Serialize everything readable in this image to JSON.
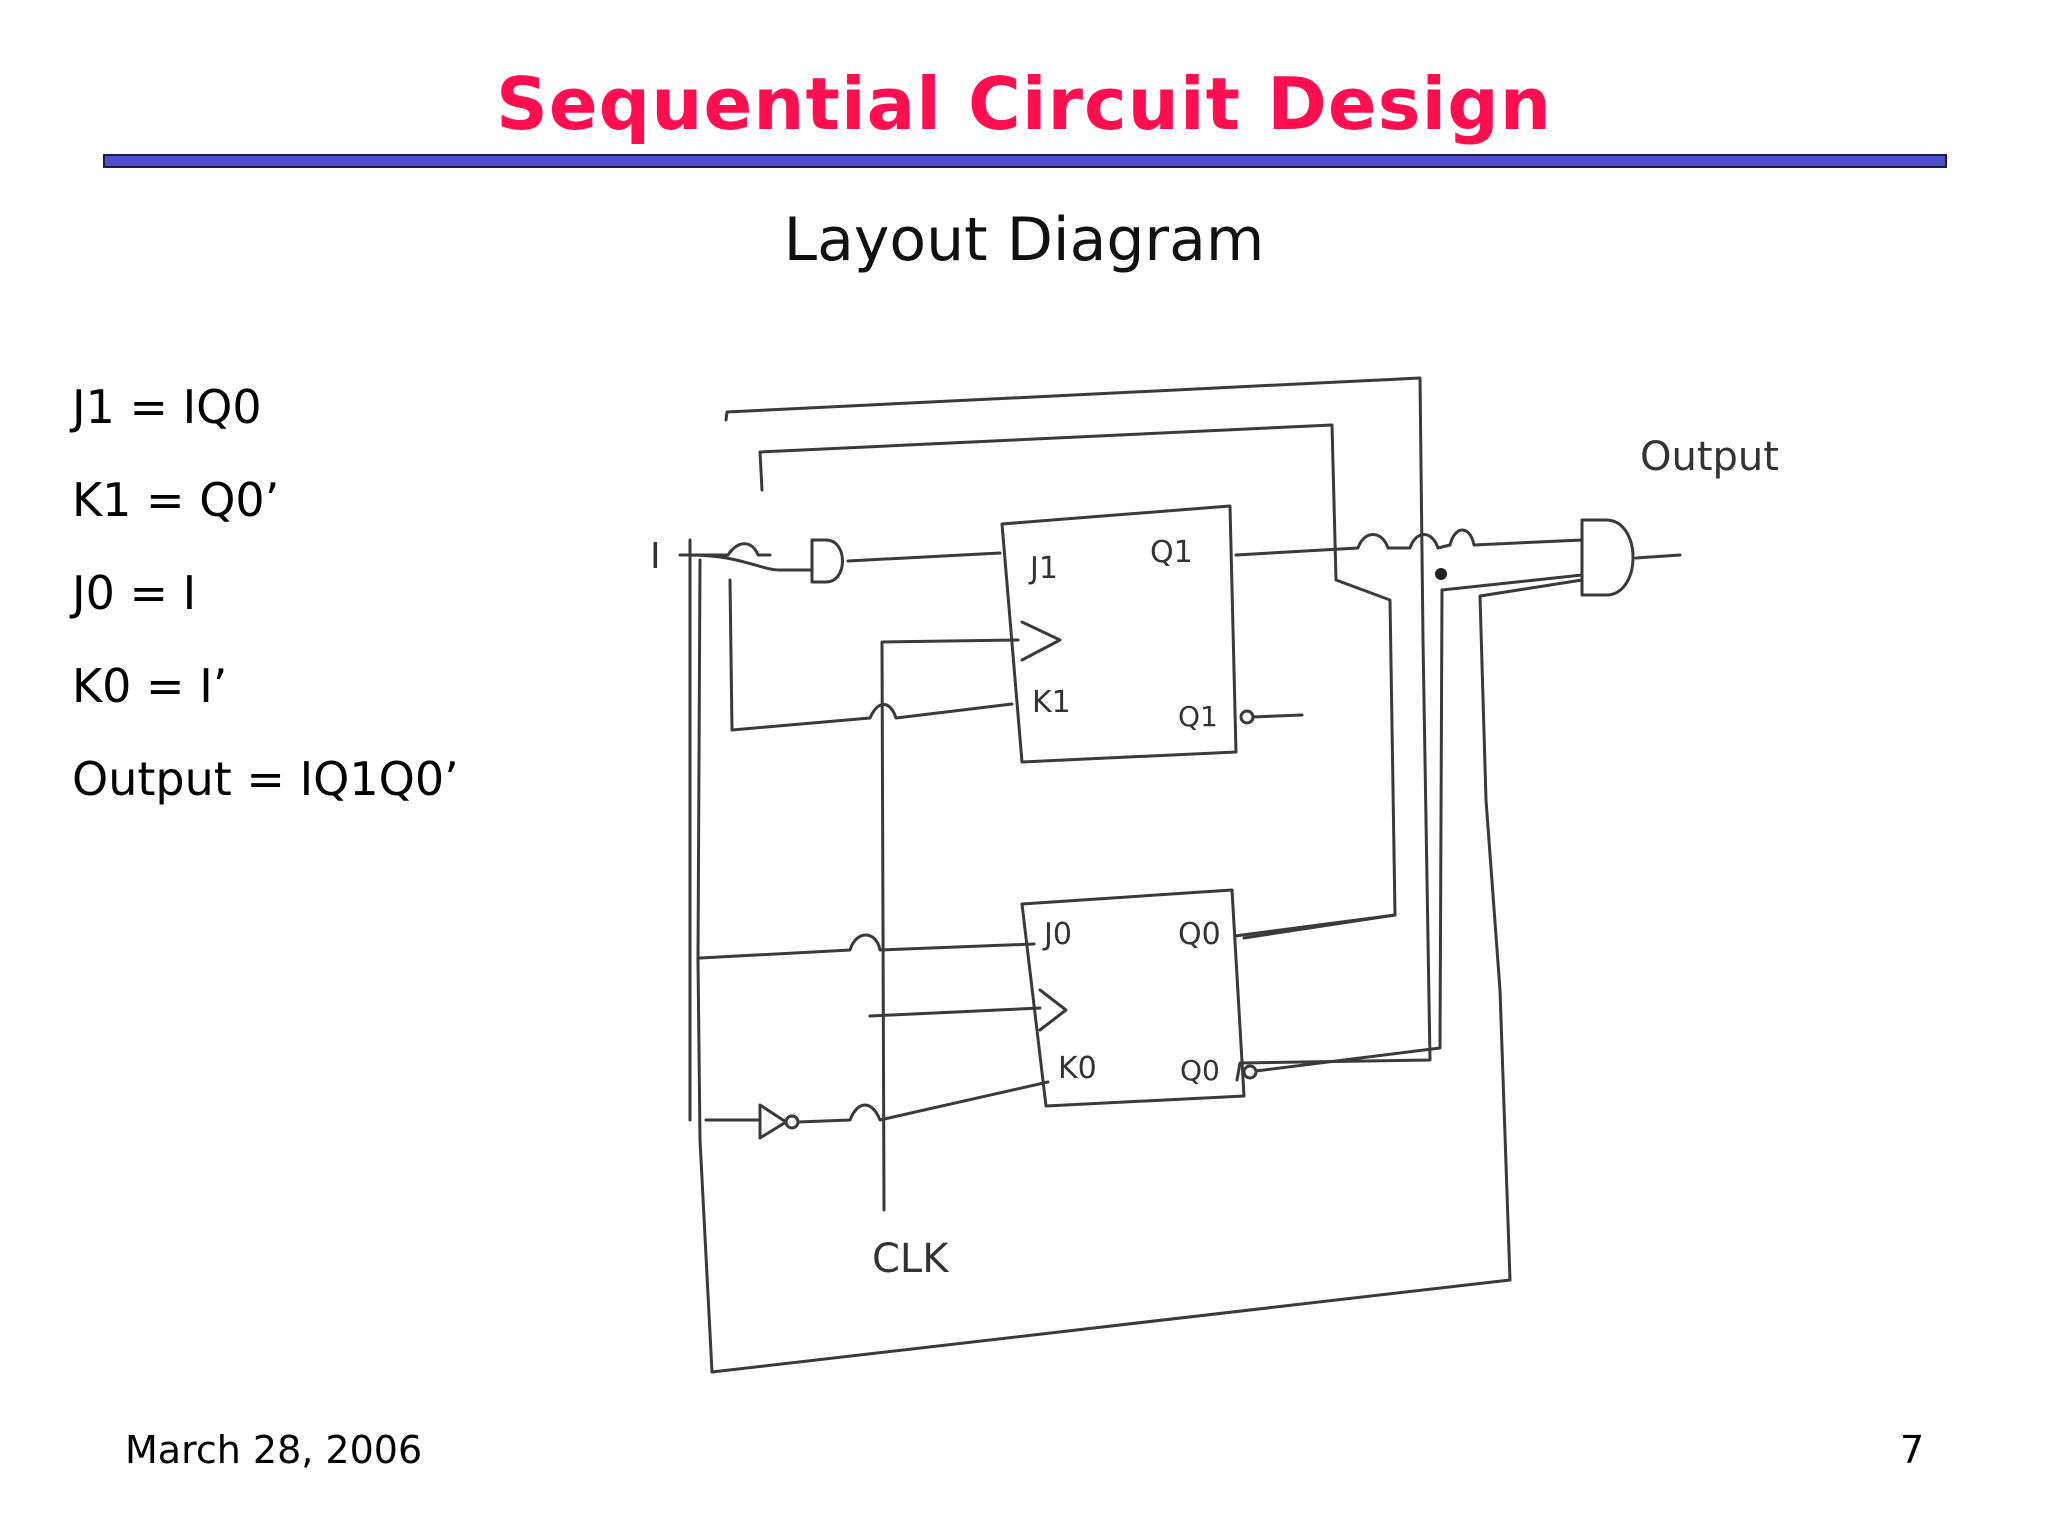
{
  "header": {
    "title": "Sequential Circuit Design",
    "subtitle": "Layout Diagram"
  },
  "equations": [
    "J1 = IQ0",
    "K1 = Q0’",
    "J0 = I",
    "K0 = I’",
    "Output = IQ1Q0’"
  ],
  "diagram": {
    "input_label": "I",
    "output_label": "Output",
    "clock_label": "CLK",
    "ff1": {
      "j": "J1",
      "k": "K1",
      "q": "Q1",
      "qn": "Q1"
    },
    "ff0": {
      "j": "J0",
      "k": "K0",
      "q": "Q0",
      "qn": "Q0"
    }
  },
  "footer": {
    "date": "March 28, 2006",
    "page": "7"
  }
}
